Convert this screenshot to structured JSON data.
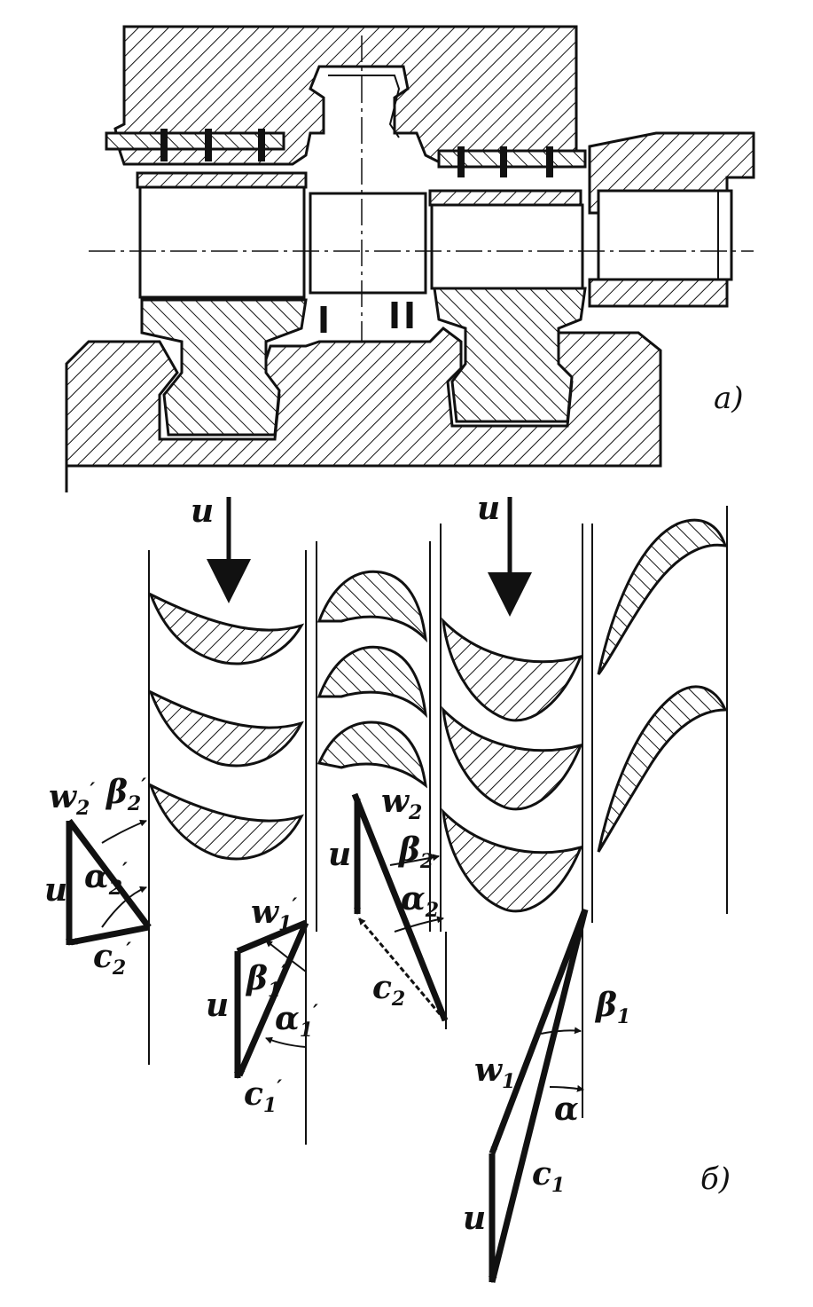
{
  "labels": {
    "part_a": "a)",
    "part_b": "б)",
    "u_top_left": "u",
    "u_top_right": "u",
    "stage2": {
      "w": "w",
      "w_sub": "2",
      "w_prime": "′",
      "beta": "β",
      "beta_sub": "2",
      "beta_prime": "′",
      "u": "u",
      "alpha": "α",
      "alpha_sub": "2",
      "alpha_prime": "′",
      "c": "c",
      "c_sub": "2",
      "c_prime": "′"
    },
    "stage1p": {
      "w": "w",
      "w_sub": "1",
      "w_prime": "′",
      "u": "u",
      "beta": "β",
      "beta_sub": "1",
      "beta_prime": "′",
      "alpha": "α",
      "alpha_sub": "1",
      "alpha_prime": "′",
      "c": "c",
      "c_sub": "1",
      "c_prime": "′"
    },
    "stage2g": {
      "u": "u",
      "w": "w",
      "w_sub": "2",
      "beta": "β",
      "beta_sub": "2",
      "alpha": "α",
      "alpha_sub": "2",
      "c": "c",
      "c_sub": "2"
    },
    "stage1": {
      "beta": "β",
      "beta_sub": "1",
      "w": "w",
      "w_sub": "1",
      "alpha": "α",
      "c": "c",
      "c_sub": "1",
      "u": "u"
    }
  }
}
